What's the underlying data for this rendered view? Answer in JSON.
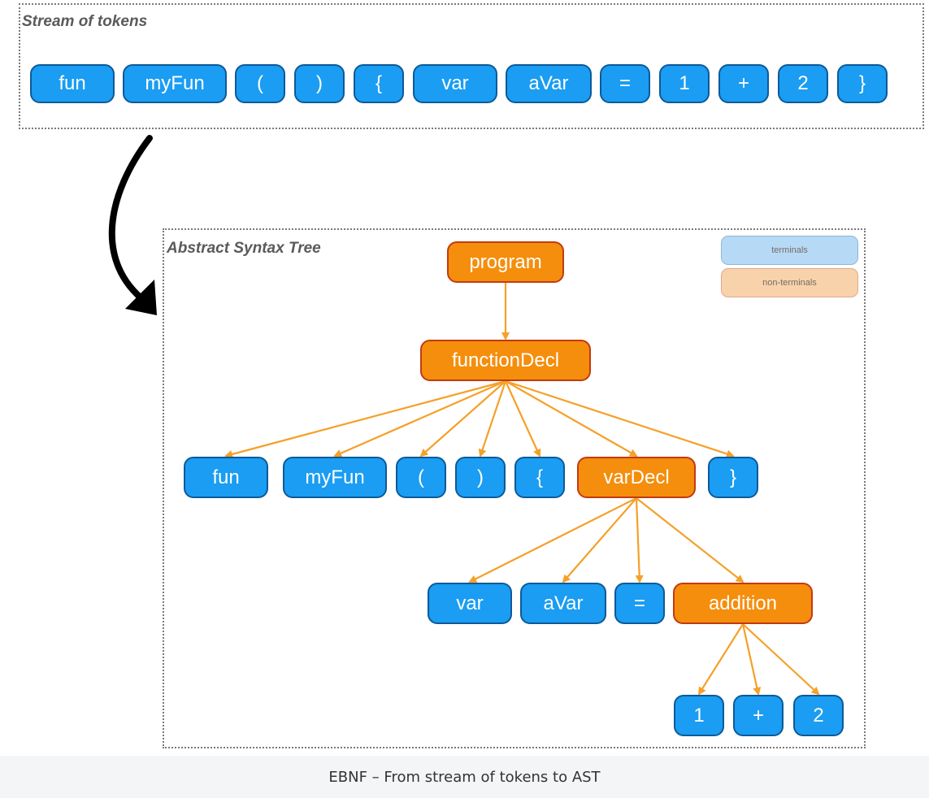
{
  "stream": {
    "title": "Stream of tokens",
    "tokens": [
      "fun",
      "myFun",
      "(",
      ")",
      "{",
      "var",
      "aVar",
      "=",
      "1",
      "+",
      "2",
      "}"
    ]
  },
  "ast": {
    "title": "Abstract Syntax Tree",
    "nodes": {
      "program": "program",
      "functionDecl": "functionDecl",
      "fun": "fun",
      "myFun": "myFun",
      "lparen": "(",
      "rparen": ")",
      "lbrace": "{",
      "varDecl": "varDecl",
      "rbrace": "}",
      "var": "var",
      "aVar": "aVar",
      "eq": "=",
      "addition": "addition",
      "one": "1",
      "plus": "+",
      "two": "2"
    }
  },
  "legend": {
    "terminals": "terminals",
    "nonterminals": "non-terminals"
  },
  "caption": "EBNF – From stream of tokens to AST",
  "colors": {
    "terminal": "#1a9df2",
    "terminal_border": "#0d5a99",
    "nonterminal": "#f58e0c",
    "nonterminal_border": "#c23a12",
    "edge": "#f5a028"
  }
}
